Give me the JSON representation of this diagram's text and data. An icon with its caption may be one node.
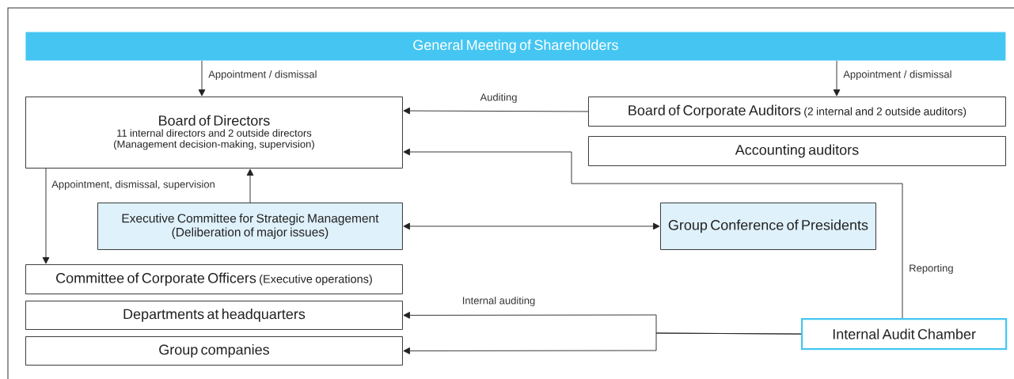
{
  "diagram": {
    "nodes": [
      {
        "text": [
          "General Meeting of Shareholders"
        ]
      },
      {
        "text": [
          "Board of Directors",
          "11 internal directors and 2 outside directors",
          "(Management decision-making, supervision)"
        ]
      },
      {
        "text": [
          "Board of Corporate Auditors",
          "(2 internal and 2 outside auditors)"
        ]
      },
      {
        "text": [
          "Accounting auditors"
        ]
      },
      {
        "text": [
          "Executive Committee for Strategic Management",
          "(Deliberation of major issues)"
        ]
      },
      {
        "text": [
          "Group Conference of Presidents"
        ]
      },
      {
        "text": [
          "Committee of Corporate Officers",
          "(Executive operations)"
        ]
      },
      {
        "text": [
          "Departments at headquarters"
        ]
      },
      {
        "text": [
          "Group companies"
        ]
      },
      {
        "text": [
          "Internal Audit Chamber"
        ]
      }
    ],
    "edges": [
      {
        "from": 0,
        "to": 1,
        "arrow": "to",
        "label": "Appointment / dismissal"
      },
      {
        "from": 0,
        "to": 2,
        "arrow": "to",
        "label": "Appointment / dismissal"
      },
      {
        "from": 2,
        "to": 1,
        "arrow": "to",
        "label": "Auditing"
      },
      {
        "from": 9,
        "to": 1,
        "arrow": "to",
        "label": "Reporting"
      },
      {
        "from": 1,
        "to": 6,
        "arrow": "to",
        "label": "Appointment, dismissal, supervision"
      },
      {
        "from": 4,
        "to": 1,
        "arrow": "to"
      },
      {
        "from": 4,
        "to": 5,
        "arrow": "both"
      },
      {
        "from": 9,
        "to": 7,
        "arrow": "to",
        "label": "Internal auditing"
      },
      {
        "from": 9,
        "to": 8,
        "arrow": "to"
      }
    ]
  }
}
